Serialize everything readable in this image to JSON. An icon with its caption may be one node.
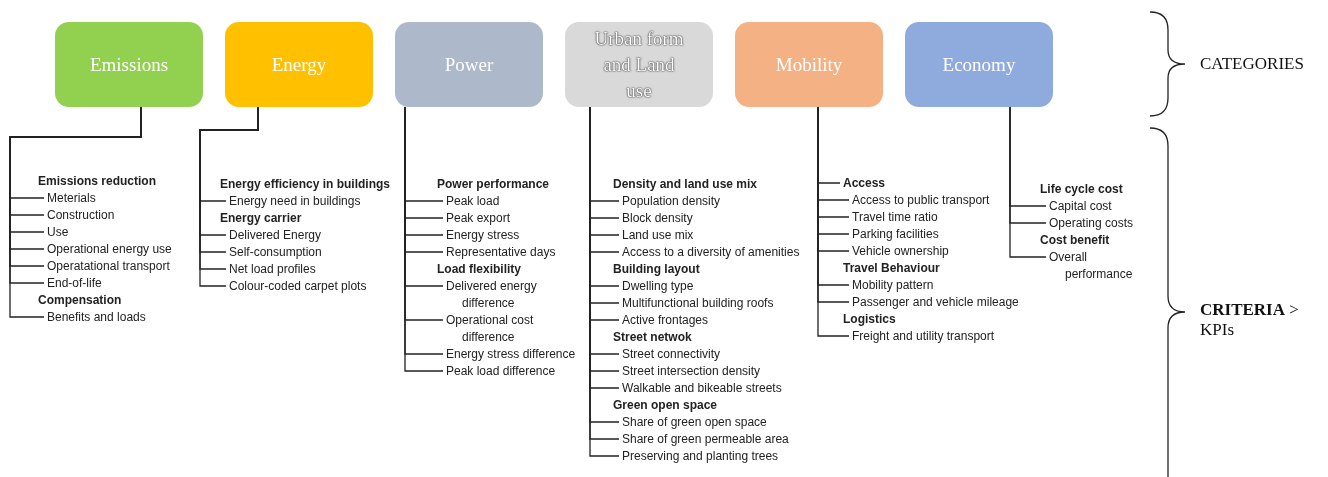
{
  "diagram": {
    "nodes": [
      {
        "text": [
          "Emissions"
        ]
      },
      {
        "text": [
          "Energy"
        ]
      },
      {
        "text": [
          "Power"
        ]
      },
      {
        "text": [
          "Urban form and Land use"
        ]
      },
      {
        "text": [
          "Mobility"
        ]
      },
      {
        "text": [
          "Economy"
        ]
      },
      {
        "text": [
          "Meterials"
        ]
      },
      {
        "text": [
          "Construction"
        ]
      },
      {
        "text": [
          "Use"
        ]
      },
      {
        "text": [
          "Operational energy use"
        ]
      },
      {
        "text": [
          "Operatational transport"
        ]
      },
      {
        "text": [
          "End-of-life"
        ]
      },
      {
        "text": [
          "Benefits and loads"
        ]
      },
      {
        "text": [
          "Energy need in buildings"
        ]
      },
      {
        "text": [
          "Delivered Energy"
        ]
      },
      {
        "text": [
          "Self-consumption"
        ]
      },
      {
        "text": [
          "Net load profiles"
        ]
      },
      {
        "text": [
          "Colour-coded carpet plots"
        ]
      },
      {
        "text": [
          "Peak load"
        ]
      },
      {
        "text": [
          "Peak export"
        ]
      },
      {
        "text": [
          "Energy stress"
        ]
      },
      {
        "text": [
          "Representative days"
        ]
      },
      {
        "text": [
          "Delivered energy difference"
        ]
      },
      {
        "text": [
          "Operational cost difference"
        ]
      },
      {
        "text": [
          "Energy stress difference"
        ]
      },
      {
        "text": [
          "Peak load difference"
        ]
      },
      {
        "text": [
          "Population density"
        ]
      },
      {
        "text": [
          "Block density"
        ]
      },
      {
        "text": [
          "Land use mix"
        ]
      },
      {
        "text": [
          "Access to a diversity of amenities"
        ]
      },
      {
        "text": [
          "Dwelling type"
        ]
      },
      {
        "text": [
          "Multifunctional building roofs"
        ]
      },
      {
        "text": [
          "Active frontages"
        ]
      },
      {
        "text": [
          "Street connectivity"
        ]
      },
      {
        "text": [
          "Street intersection density"
        ]
      },
      {
        "text": [
          "Walkable and bikeable streets"
        ]
      },
      {
        "text": [
          "Share of green open space"
        ]
      },
      {
        "text": [
          "Share of green permeable area"
        ]
      },
      {
        "text": [
          "Preserving and planting trees"
        ]
      },
      {
        "text": [
          "Access"
        ]
      },
      {
        "text": [
          "Access to public transport"
        ]
      },
      {
        "text": [
          "Travel time ratio"
        ]
      },
      {
        "text": [
          "Parking facilities"
        ]
      },
      {
        "text": [
          "Vehicle ownership"
        ]
      },
      {
        "text": [
          "Mobility pattern"
        ]
      },
      {
        "text": [
          "Passenger and vehicle mileage"
        ]
      },
      {
        "text": [
          "Freight and utility transport"
        ]
      },
      {
        "text": [
          "Capital cost"
        ]
      },
      {
        "text": [
          "Operating costs"
        ]
      },
      {
        "text": [
          "Overall performance"
        ]
      }
    ],
    "edges": [
      {
        "from": 0,
        "to": 6,
        "arrow": "none"
      },
      {
        "from": 0,
        "to": 7,
        "arrow": "none"
      },
      {
        "from": 0,
        "to": 8,
        "arrow": "none"
      },
      {
        "from": 0,
        "to": 9,
        "arrow": "none"
      },
      {
        "from": 0,
        "to": 10,
        "arrow": "none"
      },
      {
        "from": 0,
        "to": 11,
        "arrow": "none"
      },
      {
        "from": 0,
        "to": 12,
        "arrow": "none"
      },
      {
        "from": 1,
        "to": 13,
        "arrow": "none"
      },
      {
        "from": 1,
        "to": 14,
        "arrow": "none"
      },
      {
        "from": 1,
        "to": 15,
        "arrow": "none"
      },
      {
        "from": 1,
        "to": 16,
        "arrow": "none"
      },
      {
        "from": 1,
        "to": 17,
        "arrow": "none"
      },
      {
        "from": 2,
        "to": 18,
        "arrow": "none"
      },
      {
        "from": 2,
        "to": 19,
        "arrow": "none"
      },
      {
        "from": 2,
        "to": 20,
        "arrow": "none"
      },
      {
        "from": 2,
        "to": 21,
        "arrow": "none"
      },
      {
        "from": 2,
        "to": 22,
        "arrow": "none"
      },
      {
        "from": 2,
        "to": 23,
        "arrow": "none"
      },
      {
        "from": 2,
        "to": 24,
        "arrow": "none"
      },
      {
        "from": 2,
        "to": 25,
        "arrow": "none"
      },
      {
        "from": 3,
        "to": 26,
        "arrow": "none"
      },
      {
        "from": 3,
        "to": 27,
        "arrow": "none"
      },
      {
        "from": 3,
        "to": 28,
        "arrow": "none"
      },
      {
        "from": 3,
        "to": 29,
        "arrow": "none"
      },
      {
        "from": 3,
        "to": 30,
        "arrow": "none"
      },
      {
        "from": 3,
        "to": 31,
        "arrow": "none"
      },
      {
        "from": 3,
        "to": 32,
        "arrow": "none"
      },
      {
        "from": 3,
        "to": 33,
        "arrow": "none"
      },
      {
        "from": 3,
        "to": 34,
        "arrow": "none"
      },
      {
        "from": 3,
        "to": 35,
        "arrow": "none"
      },
      {
        "from": 3,
        "to": 36,
        "arrow": "none"
      },
      {
        "from": 3,
        "to": 37,
        "arrow": "none"
      },
      {
        "from": 3,
        "to": 38,
        "arrow": "none"
      },
      {
        "from": 4,
        "to": 39,
        "arrow": "none"
      },
      {
        "from": 4,
        "to": 40,
        "arrow": "none"
      },
      {
        "from": 4,
        "to": 41,
        "arrow": "none"
      },
      {
        "from": 4,
        "to": 42,
        "arrow": "none"
      },
      {
        "from": 4,
        "to": 43,
        "arrow": "none"
      },
      {
        "from": 4,
        "to": 44,
        "arrow": "none"
      },
      {
        "from": 4,
        "to": 45,
        "arrow": "none"
      },
      {
        "from": 4,
        "to": 46,
        "arrow": "none"
      },
      {
        "from": 5,
        "to": 47,
        "arrow": "none"
      },
      {
        "from": 5,
        "to": 48,
        "arrow": "none"
      },
      {
        "from": 5,
        "to": 49,
        "arrow": "none"
      }
    ],
    "labels": [
      "Emissions reduction",
      "Compensation",
      "Energy efficiency in buildings",
      "Energy carrier",
      "Power performance",
      "Load flexibility",
      "Density and land use mix",
      "Building layout",
      "Street netwok",
      "Green open space",
      "Travel Behaviour",
      "Logistics",
      "Life cycle cost",
      "Cost benefit",
      "CATEGORIES",
      "**CRITERIA** > KPIs"
    ]
  }
}
